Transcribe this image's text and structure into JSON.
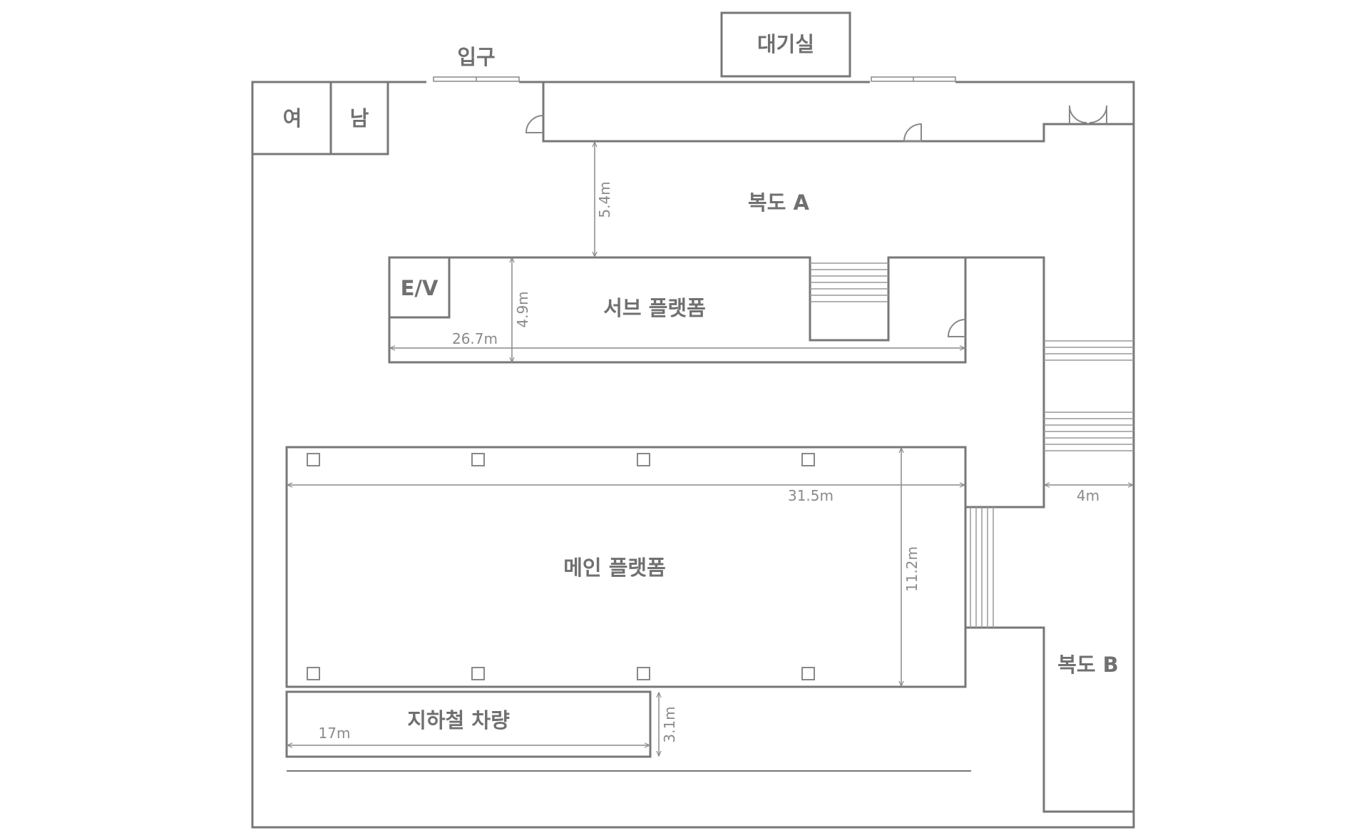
{
  "rooms": {
    "entrance": "입구",
    "waiting_room": "대기실",
    "female_restroom": "여",
    "male_restroom": "남",
    "corridor_a": "복도 A",
    "elevator": "E/V",
    "sub_platform": "서브 플랫폼",
    "main_platform": "메인 플랫폼",
    "subway_car": "지하철 차량",
    "corridor_b": "복도 B"
  },
  "dimensions": {
    "corridor_a_depth": "5.4m",
    "sub_platform_depth": "4.9m",
    "sub_platform_length": "26.7m",
    "main_platform_length": "31.5m",
    "main_platform_depth": "11.2m",
    "corridor_b_width": "4m",
    "subway_car_length": "17m",
    "subway_car_width": "3.1m"
  },
  "colors": {
    "wall": "#777777",
    "label": "#707070",
    "dimension": "#8a8a8a"
  }
}
